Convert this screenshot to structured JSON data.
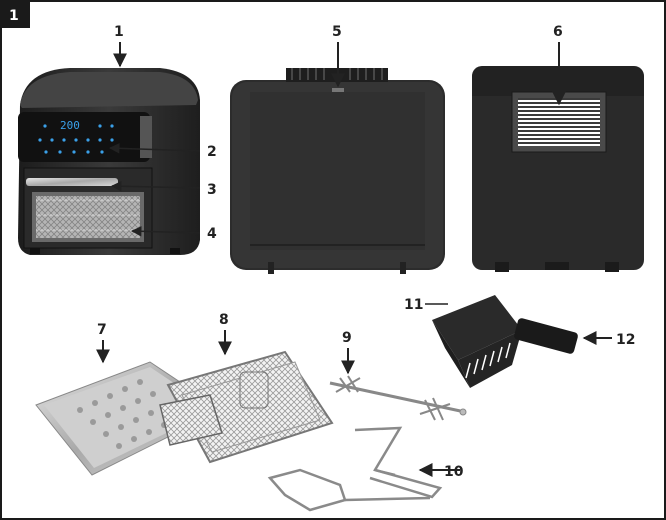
{
  "figure": {
    "number": "1"
  },
  "callouts": {
    "c1": "1",
    "c2": "2",
    "c3": "3",
    "c4": "4",
    "c5": "5",
    "c6": "6",
    "c7": "7",
    "c8": "8",
    "c9": "9",
    "c10": "10",
    "c11": "11",
    "c12": "12"
  },
  "display": {
    "readout": "200"
  },
  "colors": {
    "frame": "#1a1a1a",
    "body": "#2b2b2b",
    "accent": "#3aa0e8",
    "metal": "#c8c8c8"
  }
}
